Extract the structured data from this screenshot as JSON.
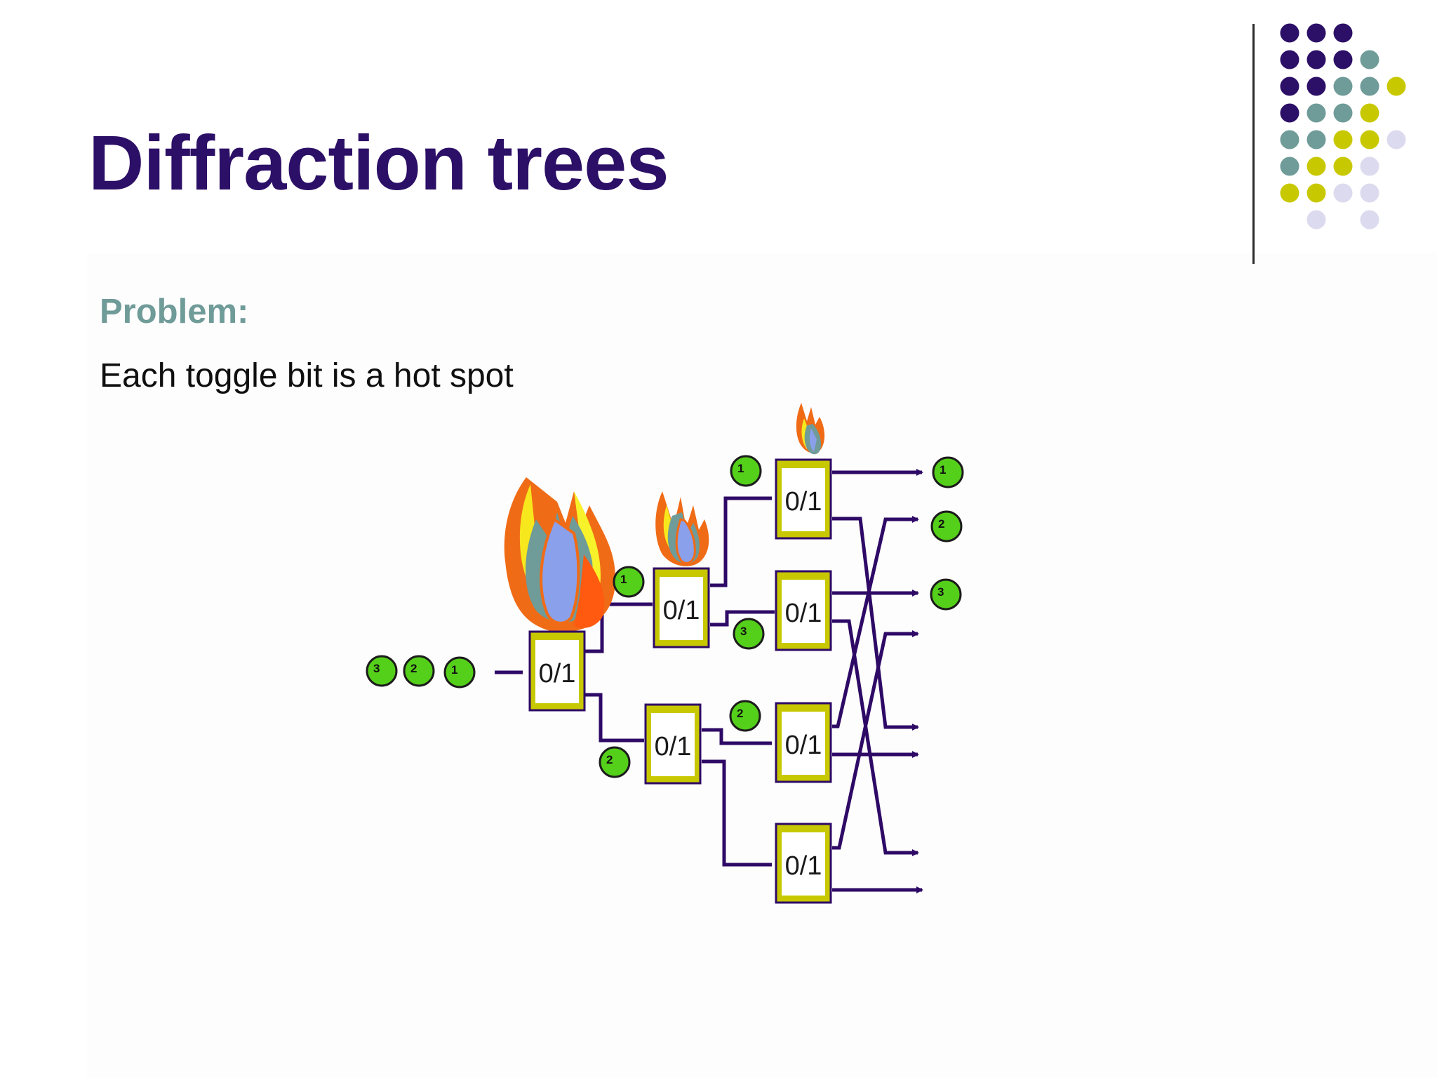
{
  "slide": {
    "title": "Diffraction trees",
    "subtitle": "Problem:",
    "body": "Each toggle bit is a hot spot"
  },
  "diagram": {
    "balancer_label": "0/1",
    "input_tokens": [
      "3",
      "2",
      "1"
    ],
    "wire_tokens": [
      "1",
      "2",
      "3",
      "2",
      "1"
    ],
    "output_tokens": [
      "1",
      "2",
      "3"
    ],
    "flame_icons": 3
  },
  "colors": {
    "title": "#2c0f66",
    "subtitle": "#6f9b98",
    "wire": "#2e0a66",
    "balancer_border": "#c8c800",
    "token_fill": "#55d01a",
    "dot_purple": "#2c0f66",
    "dot_teal": "#6f9b98",
    "dot_yellow": "#c8c800",
    "dot_lavender": "#dcdaee"
  }
}
